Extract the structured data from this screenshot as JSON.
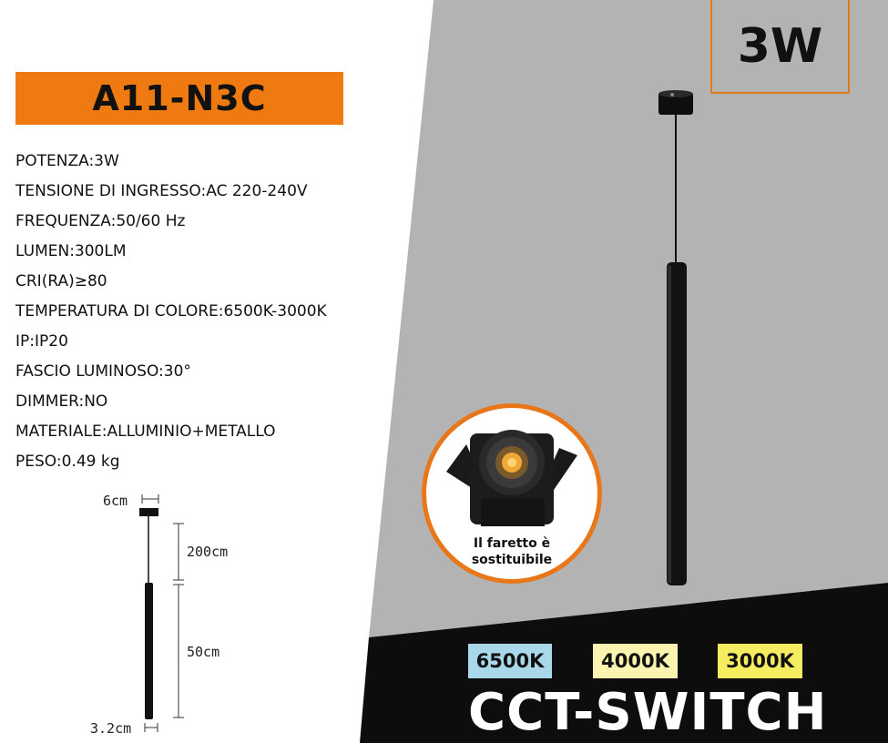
{
  "product": {
    "model": "A11-N3C",
    "power_badge": "3W"
  },
  "specs": [
    "POTENZA:3W",
    "TENSIONE DI INGRESSO:AC 220-240V",
    "FREQUENZA:50/60 Hz",
    "LUMEN:300LM",
    "CRI(RA)≥80",
    "TEMPERATURA DI COLORE:6500K-3000K",
    "IP:IP20",
    "FASCIO LUMINOSO:30°",
    "DIMMER:NO",
    "MATERIALE:ALLUMINIO+METALLO",
    "PESO:0.49 kg"
  ],
  "dimensions": {
    "canopy_width": "6cm",
    "cable_length": "200cm",
    "tube_length": "50cm",
    "tube_diameter": "3.2cm"
  },
  "spotlight_badge": {
    "line1": "Il faretto è",
    "line2": "sostituibile"
  },
  "color_temps": [
    {
      "label": "6500K",
      "color": "#a8d8ea"
    },
    {
      "label": "4000K",
      "color": "#fbf3b0"
    },
    {
      "label": "3000K",
      "color": "#f6ec5f"
    }
  ],
  "cct_label": "CCT-SWITCH",
  "colors": {
    "accent_orange": "#ee7a11",
    "panel_gray": "#b3b3b3",
    "floor_black": "#0d0d0d"
  }
}
